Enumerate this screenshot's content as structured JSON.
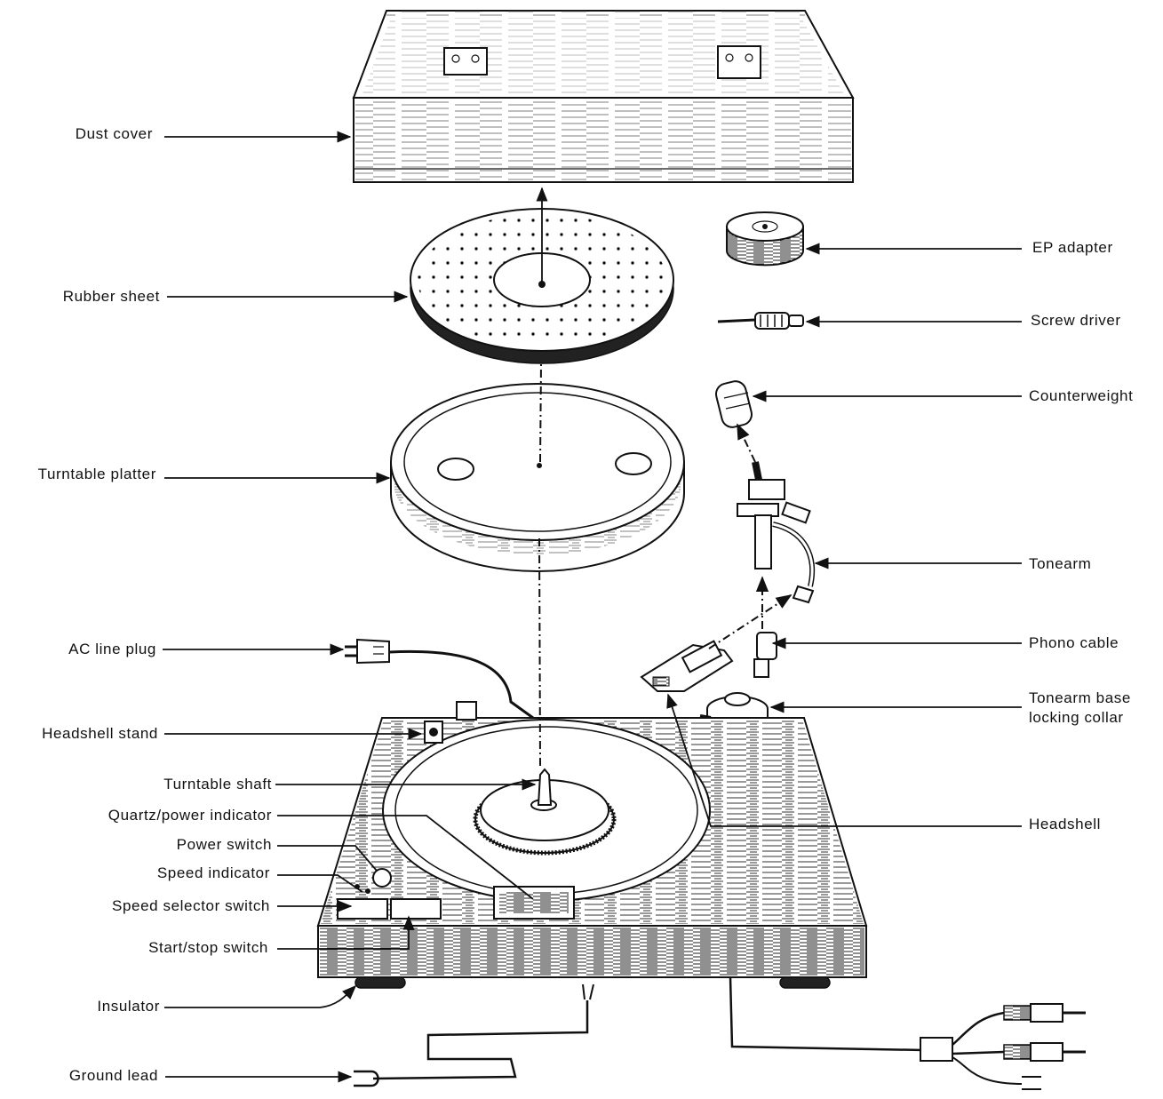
{
  "labels": {
    "dust_cover": "Dust cover",
    "rubber_sheet": "Rubber sheet",
    "turntable_platter": "Turntable platter",
    "ac_line_plug": "AC line plug",
    "headshell_stand": "Headshell stand",
    "turntable_shaft": "Turntable shaft",
    "quartz_power_indicator": "Quartz/power indicator",
    "power_switch": "Power switch",
    "speed_indicator": "Speed indicator",
    "speed_selector_switch": "Speed selector switch",
    "start_stop_switch": "Start/stop switch",
    "insulator": "Insulator",
    "ground_lead": "Ground lead",
    "ep_adapter": "EP adapter",
    "screw_driver": "Screw driver",
    "counterweight": "Counterweight",
    "tonearm": "Tonearm",
    "phono_cable": "Phono cable",
    "tonearm_base_locking_collar_line1": "Tonearm base",
    "tonearm_base_locking_collar_line2": "locking collar",
    "headshell": "Headshell"
  }
}
